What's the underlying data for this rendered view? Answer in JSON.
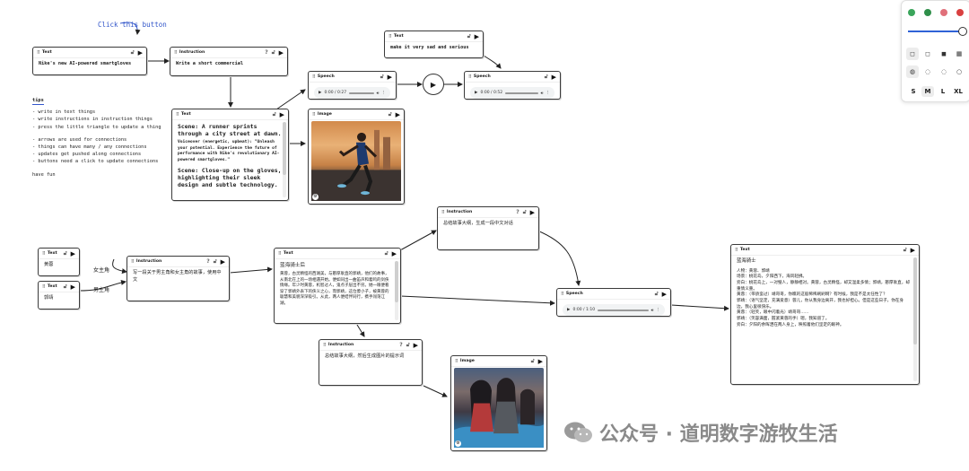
{
  "callout": {
    "text": "Click this button"
  },
  "tips": {
    "heading": "tips",
    "group1": [
      "- write in text things",
      "- write instructions in instruction things",
      "- press the little triangle to update a thing"
    ],
    "group2": [
      "- arrows are used for connections",
      "- things can have many / any connections",
      "- updates get pushed along connections",
      "- buttons need a click to update connections"
    ],
    "footer": "have fun"
  },
  "nodes": {
    "text_nike": {
      "type": "Text",
      "content": "Nike's new AI-powered smartgloves"
    },
    "instr_commercial": {
      "type": "Instruction",
      "content": "Write a short commercial"
    },
    "text_script": {
      "type": "Text",
      "p1": "Scene: A runner sprints through a city street at dawn.",
      "p2": "Voiceover (energetic, upbeat): \"Unleash your potential. Experience the future of performance with Nike's revolutionary AI-powered smartgloves.\"",
      "p3": "Scene: Close-up on the gloves, highlighting their sleek design and subtle technology."
    },
    "speech_1": {
      "type": "Speech",
      "time": "0:00 / 0:27"
    },
    "image_runner": {
      "type": "Image"
    },
    "text_sad": {
      "type": "Text",
      "content": "make it very sad and serious"
    },
    "speech_2": {
      "type": "Speech",
      "time": "0:00 / 0:52"
    },
    "text_female": {
      "type": "Text",
      "content": "黄蓉"
    },
    "text_male": {
      "type": "Text",
      "content": "郭靖"
    },
    "instr_story": {
      "type": "Instruction",
      "content": "写一段关于男主角和女主角的故事，使用中文"
    },
    "text_story": {
      "type": "Text",
      "title": "蓝海骑士后",
      "content": "黄蓉，古灵精怪的西湖美，与憨厚耿直的郭靖，他们的故事，从南北在上的一场相遇开始。便如同出一曲笛声和着鸣的剑侠情缘。年少时黄蓉，机智过人，鬼点子层出不穷。她一眼便看穿了郭靖外表下的侠义之心，而郭靖，这位傻小子，被黄蓉的聪慧和美貌深深吸引。从此，两人便结伴同行，携手闯荡江湖。"
    },
    "instr_outline": {
      "type": "Instruction",
      "content": "总结故事大纲，生成一段中文对话"
    },
    "instr_image": {
      "type": "Instruction",
      "content": "总结故事大纲，然后生成图片的提示词"
    },
    "image_anime": {
      "type": "Image"
    },
    "speech_3": {
      "type": "Speech",
      "time": "0:00 / 1:10"
    },
    "text_dialogue": {
      "type": "Text",
      "title": "蓝海骑士",
      "lines": [
        "人物：黄蓉、郭靖",
        "场景：桃花岛，夕阳西下，海风轻拂。",
        "旁白：桃花岛上，一对璧人，静静相对。黄蓉，古灵精怪，却又温柔多情；郭靖，憨厚耿直，却重情义重。",
        "黄蓉：（带骄蛮过）靖哥哥，你瞧的这般稀稀刷刷啊？有时候，我是不是太任性了？",
        "郭靖：（语气坚定，充满爱意）蓉儿，你从我身边离开，我也好担心。但是这些日子，你在身边，我心里很快乐。",
        "黄蓉：（轻笑，眼中闪着光）靖哥哥……",
        "郭靖：（笑容满面，握紧黄蓉的手）嗯，我知道了。",
        "旁白：夕阳的余晖洒在两人身上，映照着他们坚定的眼神。"
      ]
    }
  },
  "edge_labels": {
    "female": "女主角",
    "male": "男主角"
  },
  "panel": {
    "colors": [
      "#3aa55b",
      "#2f8f4a",
      "#e0707a",
      "#d94040"
    ],
    "sizes": [
      "S",
      "M",
      "L",
      "XL"
    ],
    "selected_size": "M",
    "accent": "#2f62d6"
  },
  "watermark": {
    "text": "公众号 · 道明数字游牧生活"
  }
}
